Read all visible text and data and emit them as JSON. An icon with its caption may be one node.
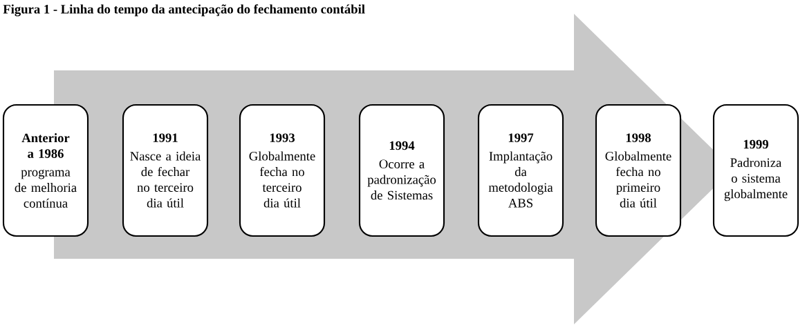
{
  "diagram": {
    "title": "Figura 1 - Linha do tempo da antecipação do fechamento contábil",
    "nodes": [
      {
        "text": [
          "Anterior a 1986",
          "programa de melhoria contínua"
        ]
      },
      {
        "text": [
          "1991",
          "Nasce a ideia de fechar no terceiro dia útil"
        ]
      },
      {
        "text": [
          "1993",
          "Globalmente fecha no terceiro dia útil"
        ]
      },
      {
        "text": [
          "1994",
          "Ocorre a padronização de Sistemas"
        ]
      },
      {
        "text": [
          "1997",
          "Implantação da metodologia ABS"
        ]
      },
      {
        "text": [
          "1998",
          "Globalmente fecha no primeiro dia útil"
        ]
      },
      {
        "text": [
          "1999",
          "Padroniza o sistema globalmente"
        ]
      }
    ],
    "edges": [
      {
        "from": 0,
        "to": 6,
        "arrow": "to"
      }
    ]
  }
}
